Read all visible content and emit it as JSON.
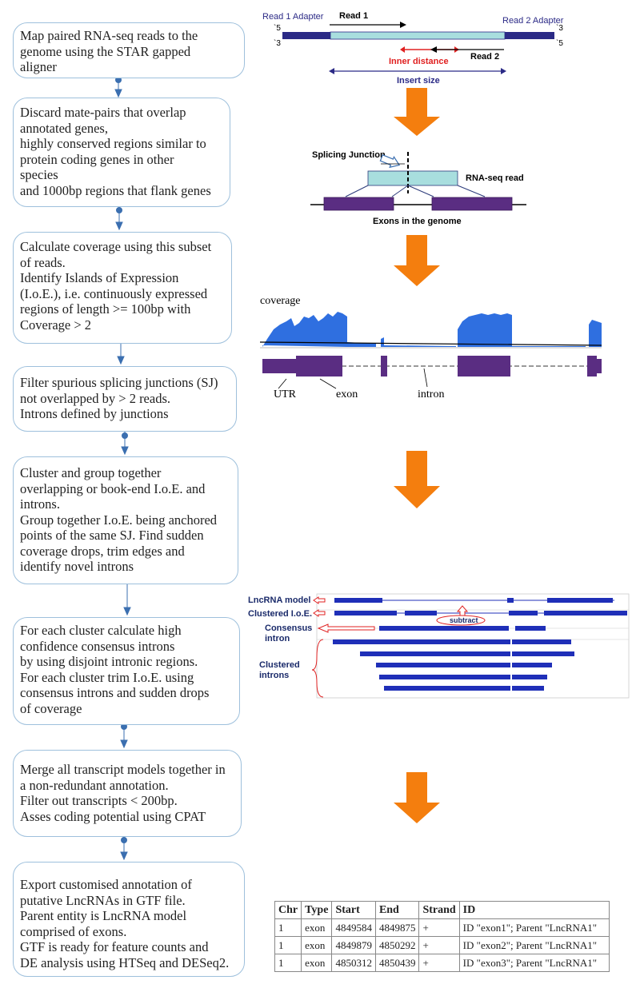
{
  "steps": [
    {
      "lines": [
        "Map paired RNA-seq reads to the",
        "genome using the STAR gapped",
        "aligner"
      ]
    },
    {
      "lines": [
        "Discard mate-pairs that overlap",
        "annotated genes,",
        "highly conserved regions similar to",
        "protein coding genes in other",
        "species",
        "and 1000bp regions that flank genes"
      ]
    },
    {
      "lines": [
        "Calculate coverage using this subset",
        "of reads.",
        "Identify Islands of Expression",
        "(I.o.E.), i.e. continuously expressed",
        "regions of length >= 100bp with",
        "Coverage > 2"
      ]
    },
    {
      "lines": [
        "Filter spurious splicing junctions (SJ)",
        "not overlapped by > 2 reads.",
        "Introns defined by junctions"
      ]
    },
    {
      "lines": [
        "Cluster and group together",
        "overlapping or book-end I.o.E. and",
        "introns.",
        "Group together I.o.E. being anchored",
        "points of the same SJ. Find sudden",
        "coverage drops, trim edges and",
        "identify novel introns"
      ]
    },
    {
      "lines": [
        "For each cluster calculate high",
        "confidence consensus introns",
        "by using disjoint intronic regions.",
        "For each cluster trim I.o.E. using",
        "consensus introns and sudden drops",
        "of coverage"
      ]
    },
    {
      "lines": [
        "Merge all transcript models together in",
        "a non-redundant annotation.",
        "Filter out transcripts < 200bp.",
        "Asses coding potential using CPAT"
      ]
    },
    {
      "lines": [
        "Export customised annotation of",
        "putative LncRNAs in GTF file.",
        "Parent entity is LncRNA model",
        "comprised of exons.",
        "GTF is ready for feature counts and",
        "DE analysis using HTSeq and DESeq2."
      ]
    }
  ],
  "reads_panel": {
    "read1_adapter": "Read 1 Adapter",
    "read2_adapter": "Read 2 Adapter",
    "read1": "Read 1",
    "read2": "Read 2",
    "inner_distance": "Inner distance",
    "insert_size": "Insert size",
    "end_5_top": "`5",
    "end_3_top": "`3",
    "end_3_bottom": "`3",
    "end_5_bottom": "`5"
  },
  "splice_panel": {
    "splicing_junction": "Splicing Junction",
    "rnaseq_read": "RNA-seq read",
    "exons_label": "Exons in the genome"
  },
  "coverage_panel": {
    "coverage": "coverage",
    "utr": "UTR",
    "exon": "exon",
    "intron": "intron"
  },
  "cluster_panel": {
    "lncrna_model": "LncRNA model",
    "clustered_ioe": "Clustered I.o.E.",
    "subtract": "subtract",
    "consensus": "Consensus",
    "intron": "intron",
    "clustered": "Clustered",
    "introns": "introns"
  },
  "gtf_table": {
    "headers": [
      "Chr",
      "Type",
      "Start",
      "End",
      "Strand",
      "ID"
    ],
    "rows": [
      [
        "1",
        "exon",
        "4849584",
        "4849875",
        "+",
        "ID \"exon1\"; Parent \"LncRNA1\""
      ],
      [
        "1",
        "exon",
        "4849879",
        "4850292",
        "+",
        "ID \"exon2\"; Parent \"LncRNA1\""
      ],
      [
        "1",
        "exon",
        "4850312",
        "4850439",
        "+",
        "ID \"exon3\"; Parent \"LncRNA1\""
      ]
    ]
  },
  "colors": {
    "box_border": "#9ec0dc",
    "connector": "#3b6fb0",
    "arrow": "#f47e0e",
    "navy": "#2b2a86",
    "purple": "#5a2d82",
    "cyan": "#a8dede",
    "coverage_blue": "#2f6fe0",
    "track_blue": "#1f2fb8",
    "red": "#e02020"
  }
}
